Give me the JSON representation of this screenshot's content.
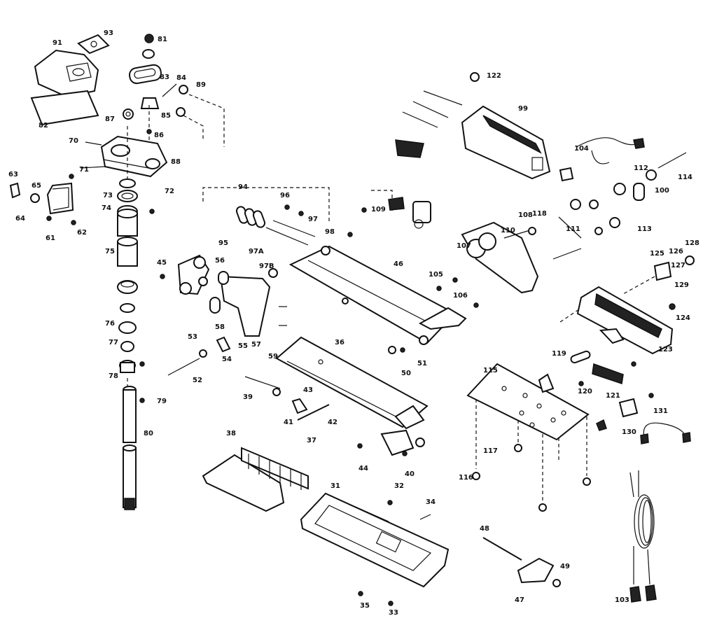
{
  "labels": [
    "91",
    "93",
    "81",
    "82",
    "83",
    "84",
    "85",
    "86",
    "87",
    "88",
    "89",
    "61",
    "62",
    "63",
    "64",
    "65",
    "70",
    "71",
    "72",
    "73",
    "74",
    "75",
    "76",
    "77",
    "78",
    "79",
    "80",
    "94",
    "95",
    "96",
    "97",
    "98",
    "97A",
    "97B",
    "99",
    "100",
    "103",
    "104",
    "105",
    "106",
    "107",
    "108",
    "109",
    "110",
    "111",
    "112",
    "113",
    "114",
    "115",
    "116",
    "117",
    "118",
    "119",
    "120",
    "121",
    "122",
    "123",
    "124",
    "125",
    "126",
    "127",
    "128",
    "129",
    "130",
    "131",
    "31",
    "32",
    "33",
    "34",
    "35",
    "36",
    "37",
    "38",
    "39",
    "40",
    "41",
    "42",
    "43",
    "44",
    "45",
    "46",
    "47",
    "48",
    "49",
    "50",
    "51",
    "52",
    "53",
    "54",
    "55",
    "56",
    "57",
    "58",
    "59"
  ]
}
